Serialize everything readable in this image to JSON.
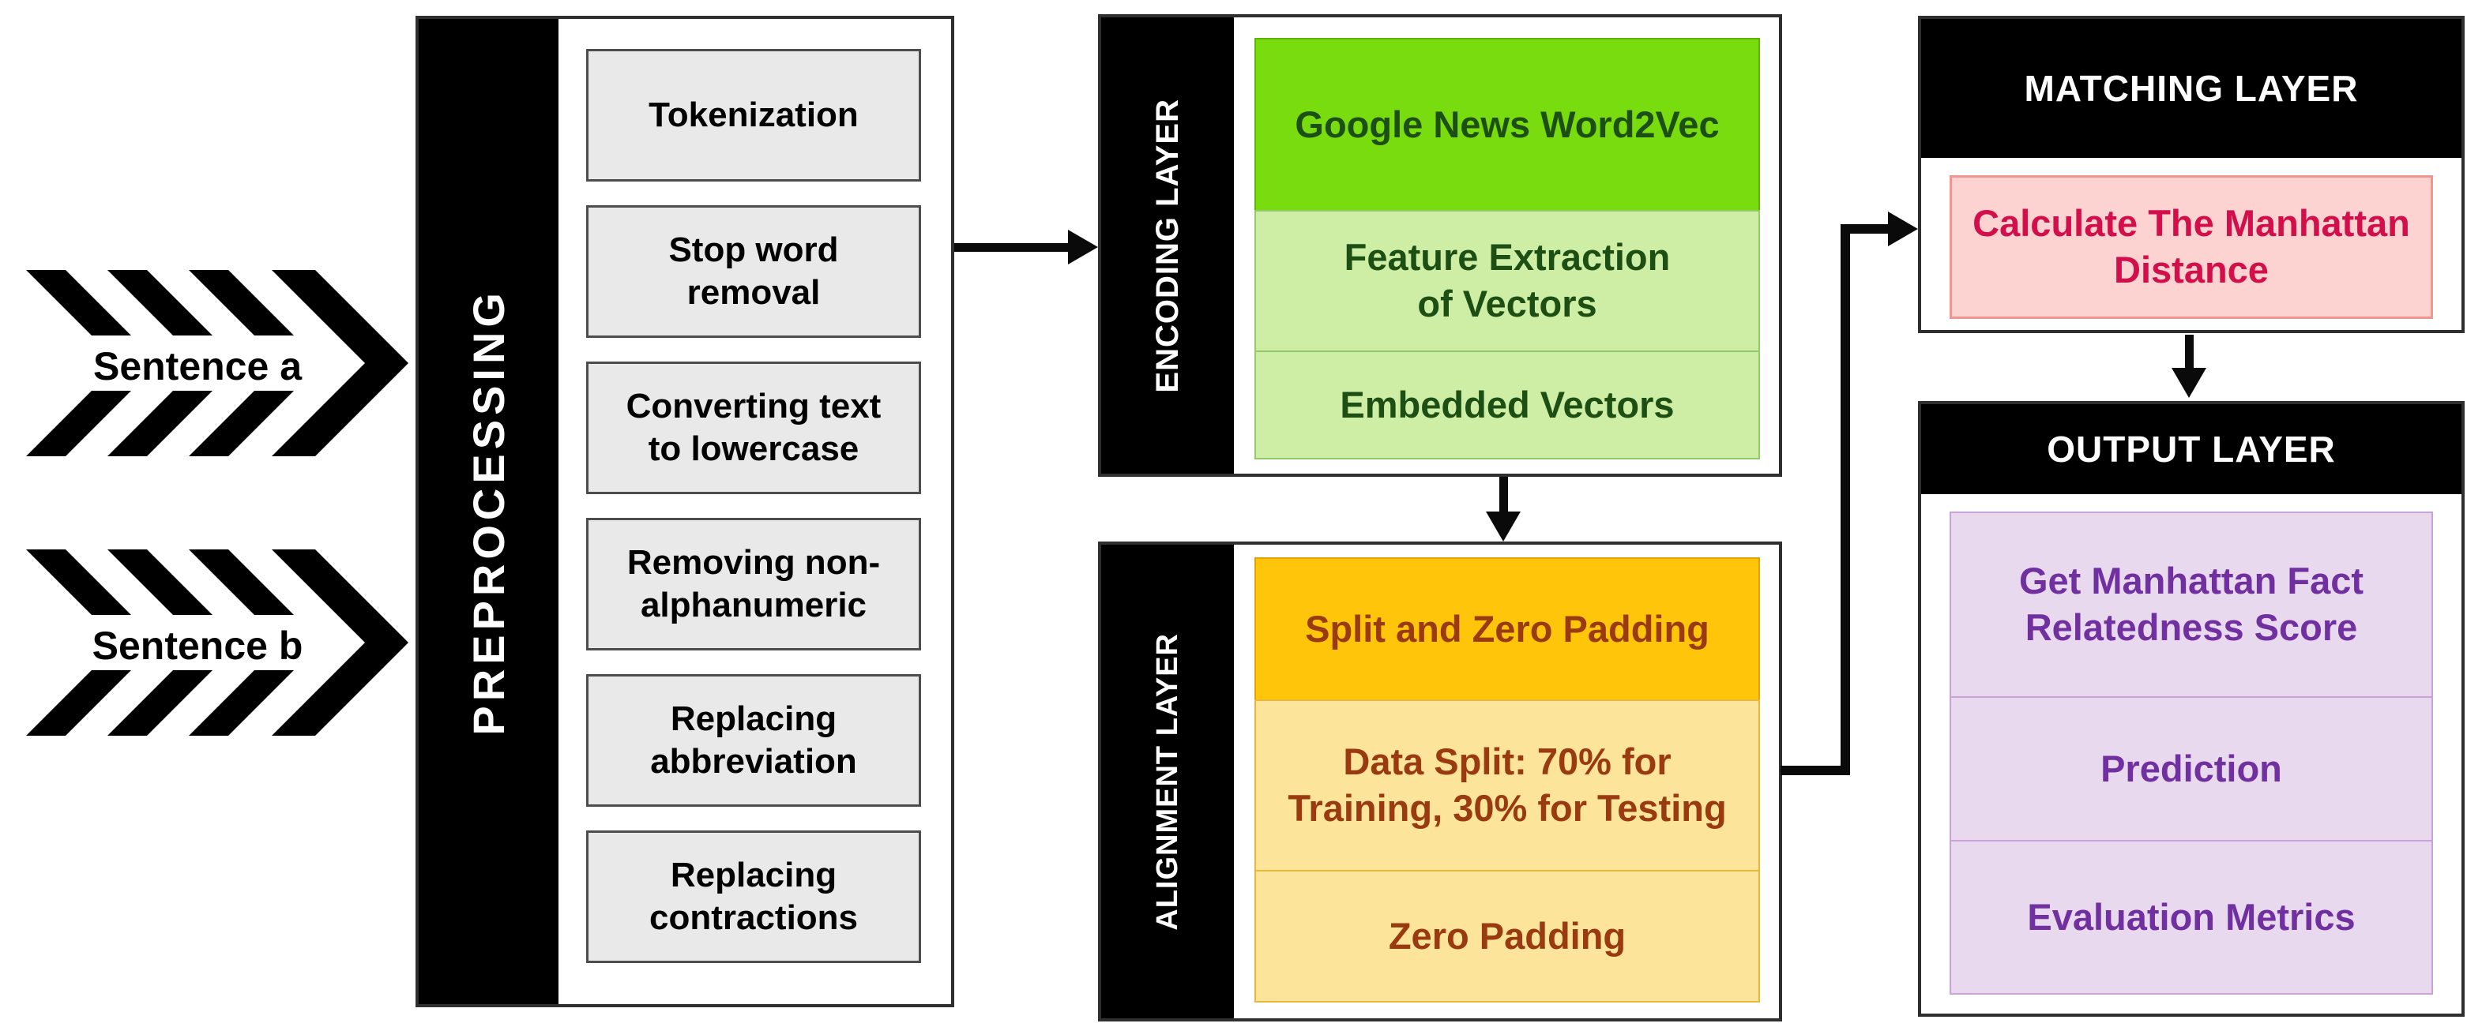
{
  "inputs": {
    "sentence_a": "Sentence a",
    "sentence_b": "Sentence b"
  },
  "preprocessing": {
    "title": "PREPROCESSING",
    "steps": [
      "Tokenization",
      "Stop word\nremoval",
      "Converting text\nto lowercase",
      "Removing non-\nalphanumeric",
      "Replacing\nabbreviation",
      "Replacing\ncontractions"
    ]
  },
  "encoding": {
    "title": "ENCODING LAYER",
    "cells": [
      "Google News Word2Vec",
      "Feature Extraction\nof Vectors",
      "Embedded Vectors"
    ]
  },
  "alignment": {
    "title": "ALIGNMENT LAYER",
    "cells": [
      "Split and Zero Padding",
      "Data Split: 70% for\nTraining, 30% for Testing",
      "Zero Padding"
    ]
  },
  "matching": {
    "title": "MATCHING LAYER",
    "cells": [
      "Calculate The Manhattan\nDistance"
    ]
  },
  "output": {
    "title": "OUTPUT LAYER",
    "cells": [
      "Get Manhattan Fact\nRelatedness Score",
      "Prediction",
      "Evaluation Metrics"
    ]
  },
  "colors": {
    "step_gray": "#e9e9e9",
    "bright_green": "#79dc0f",
    "light_green": "#cdeea4",
    "dark_green_text": "#1d4f15",
    "amber": "#fec50b",
    "light_yellow": "#fce49b",
    "brown_text": "#9a3a10",
    "pink": "#fcd3d0",
    "pink_border": "#f0968e",
    "crimson_text": "#d30f4b",
    "lavender": "#e9d9ee",
    "lavender_border": "#c9a3d6",
    "purple_text": "#7030a0"
  }
}
